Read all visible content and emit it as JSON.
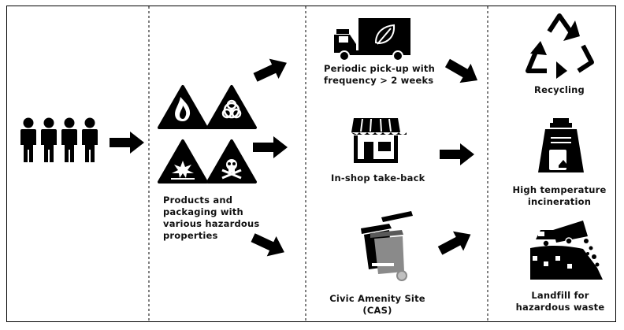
{
  "stage_hazard": {
    "label_lines": [
      "Products and",
      "packaging with",
      "various hazardous",
      "properties"
    ]
  },
  "collection": {
    "pickup": {
      "label_lines": [
        "Periodic pick-up with",
        "frequency > 2 weeks"
      ],
      "icon": "delivery-truck-leaf-icon"
    },
    "shop": {
      "label_lines": [
        "In-shop take-back"
      ],
      "icon": "storefront-icon"
    },
    "cas": {
      "label_lines": [
        "Civic Amenity Site",
        "(CAS)"
      ],
      "icon": "wheelie-bins-icon"
    }
  },
  "treatment": {
    "recycling": {
      "label_lines": [
        "Recycling"
      ],
      "icon": "recycle-icon"
    },
    "incineration": {
      "label_lines": [
        "High temperature",
        "incineration"
      ],
      "icon": "incinerator-icon"
    },
    "landfill": {
      "label_lines": [
        "Landfill for",
        "hazardous waste"
      ],
      "icon": "landfill-truck-icon"
    }
  },
  "icons": {
    "people": "group-of-people-icon",
    "hazards": [
      "flammable-warning-icon",
      "biohazard-warning-icon",
      "explosive-warning-icon",
      "toxic-skull-warning-icon"
    ]
  },
  "colors": {
    "ink": "#000000",
    "grey_bin": "#8a8a8a",
    "background": "#ffffff"
  }
}
